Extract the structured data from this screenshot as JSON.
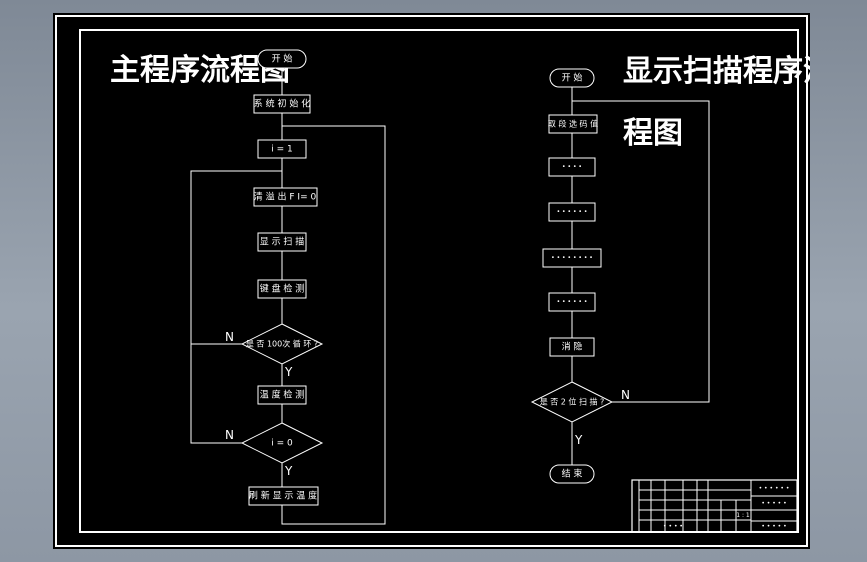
{
  "main_flow": {
    "title": "主程序流程图",
    "start": "开 始",
    "init": "系 统 初 始 化",
    "set_i": "i = 1",
    "clear_flag": "清 溢 出 F I= 0",
    "display_scan": "显 示 扫 描",
    "key_check": "键 盘 检 测",
    "decision_100": "是 否 100次 循 环 ?",
    "temp_measure": "温 度 检 测",
    "decision_i": "i = 0",
    "refresh": "刷 新 显 示 温 度",
    "yes": "Y",
    "no": "N"
  },
  "scan_flow": {
    "title_line1": "显示扫描程序流",
    "title_line2": "程图",
    "start": "开 始",
    "box1": "取 段 选 码 值",
    "box2": "• • • •",
    "box3": "• • • • • •",
    "box4": "• • • • • • • •",
    "box5": "• • • • • •",
    "blank": "消 隐",
    "decision": "是 否 2 位 扫 描 ?",
    "end": "结 束",
    "yes": "Y",
    "no": "N"
  },
  "title_block": {
    "school": "• • • • • •",
    "drawing_name": "• • • • •",
    "scale": "1 : 1",
    "drawing_no": "• • • • •",
    "sheet_info": "• • • •"
  }
}
